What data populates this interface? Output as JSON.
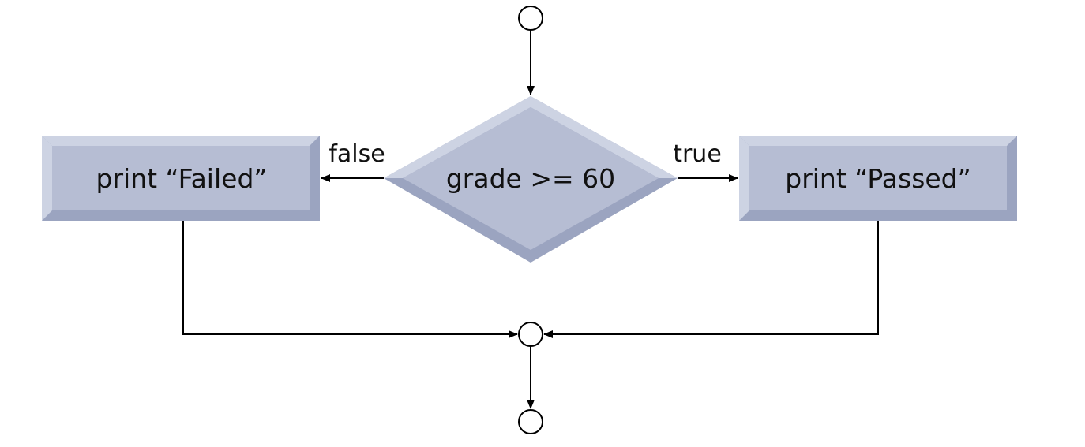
{
  "diagram": {
    "nodes": {
      "decision": {
        "label": "grade >= 60"
      },
      "action_false": {
        "label": "print “Failed”"
      },
      "action_true": {
        "label": "print “Passed”"
      }
    },
    "edges": {
      "false_label": "false",
      "true_label": "true"
    },
    "colors": {
      "face": "#B6BDD3",
      "light_bevel": "#CDD3E3",
      "dark_bevel": "#9BA4C0",
      "line": "#000000"
    }
  }
}
